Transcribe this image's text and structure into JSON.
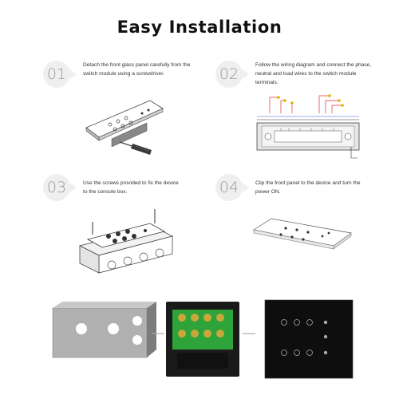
{
  "title": "Easy Installation",
  "steps": [
    {
      "number": "01",
      "text": "Detach the front glass panel carefully from the switch module using a screwdriver."
    },
    {
      "number": "02",
      "text": "Follow the wiring diagram and connect the phase, neutral and load wires to the switch module terminals."
    },
    {
      "number": "03",
      "text": "Use the screws provided to fix the device to the console box."
    },
    {
      "number": "04",
      "text": "Clip the front panel to the device  and turn the power ON."
    }
  ]
}
